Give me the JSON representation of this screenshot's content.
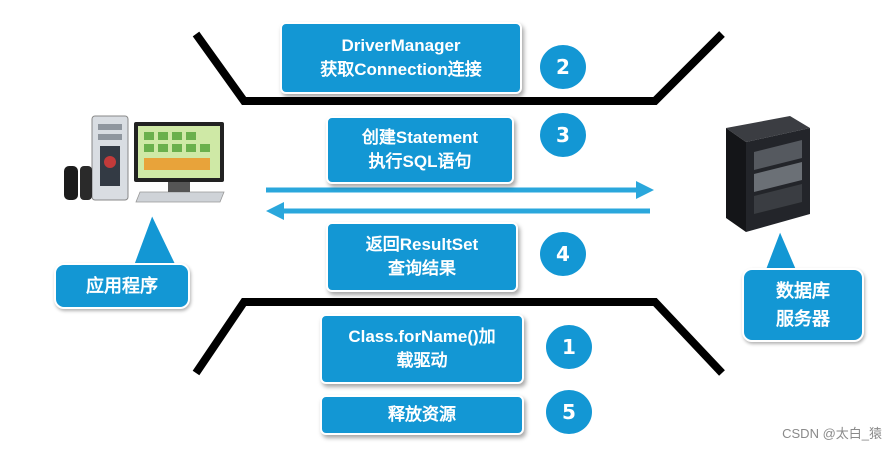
{
  "steps": [
    {
      "num": "2",
      "line1": "DriverManager",
      "line2": "获取Connection连接"
    },
    {
      "num": "3",
      "line1": "创建Statement",
      "line2": "执行SQL语句"
    },
    {
      "num": "4",
      "line1": "返回ResultSet",
      "line2": "查询结果"
    },
    {
      "num": "1",
      "line1": "Class.forName()加",
      "line2": "载驱动"
    },
    {
      "num": "5",
      "line1": "释放资源",
      "line2": ""
    }
  ],
  "client": {
    "label": "应用程序"
  },
  "server": {
    "line1": "数据库",
    "line2": "服务器"
  },
  "watermark": "CSDN @太白_猿",
  "colors": {
    "accent": "#1397d4",
    "arrow": "#2aa7dc",
    "line": "#000000"
  },
  "icons": {
    "client": "desktop-computer-icon",
    "server": "server-tower-icon"
  }
}
